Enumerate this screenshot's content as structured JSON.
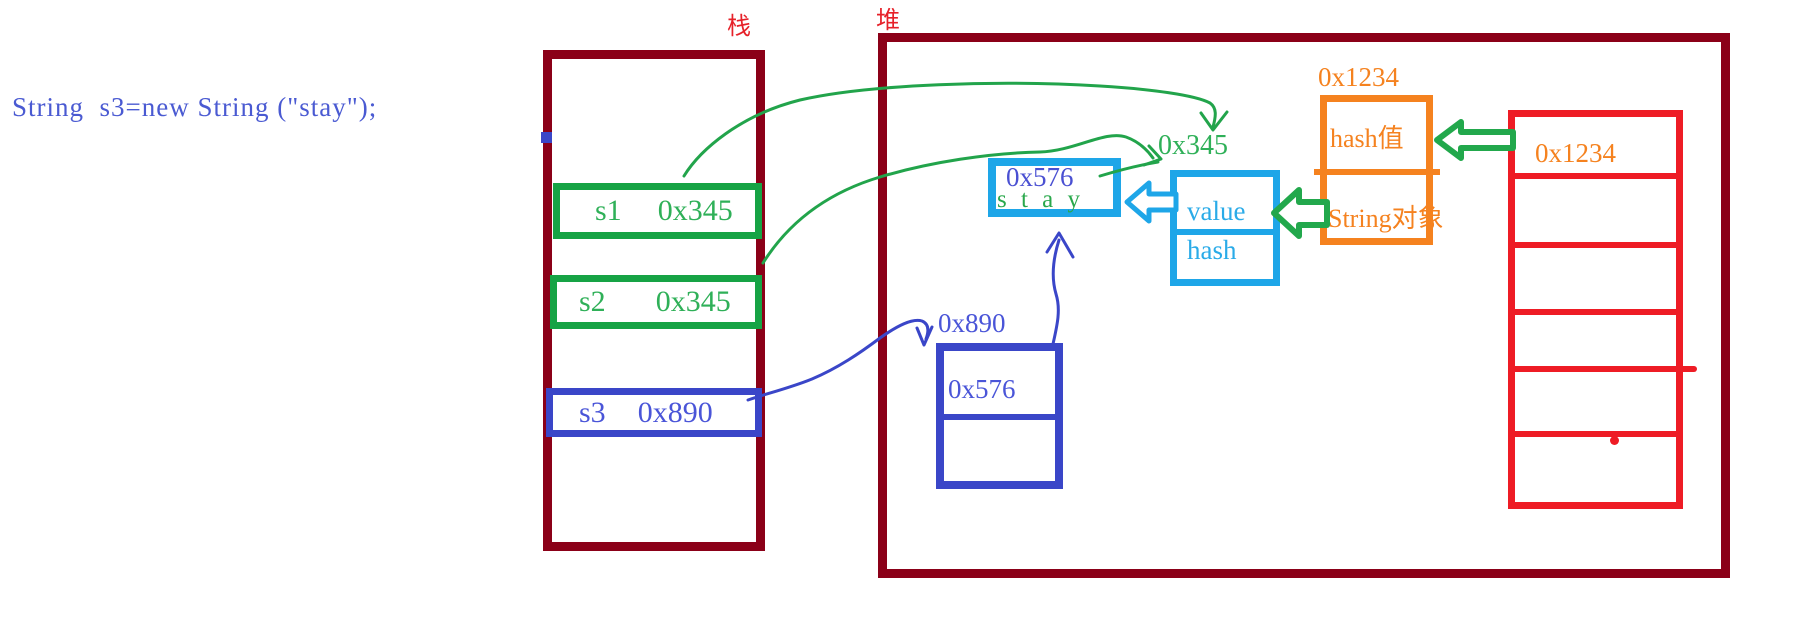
{
  "code_line": "String  s3=new String (\"stay\");",
  "labels": {
    "stack": "栈",
    "heap": "堆"
  },
  "stack": {
    "frames": [
      {
        "name": "s1",
        "value": "0x345"
      },
      {
        "name": "s2",
        "value": "0x345"
      },
      {
        "name": "s3",
        "value": "0x890"
      }
    ]
  },
  "heap": {
    "const_addr_label": "0x345",
    "stay_box": {
      "addr": "0x576",
      "value": "s t a y"
    },
    "new_obj_label": "0x890",
    "new_obj_box": {
      "row1": "0x576",
      "row2": ""
    },
    "string_obj_box": {
      "row1": "value",
      "row2": "hash"
    },
    "pool_obj_label": "0x1234",
    "pool_obj_box": {
      "row1": "hash值",
      "row2": "String对象"
    },
    "addr_table": {
      "rows": [
        "0x1234",
        "",
        "",
        "",
        "",
        ""
      ]
    }
  },
  "colors": {
    "container_border": "#8b0018",
    "zone_label_red": "#e62129",
    "green_border": "#16a345",
    "green_text": "#2fb058",
    "blue_border": "#3a46c8",
    "blue_text": "#4a55d8",
    "cyan_border": "#1ea6e8",
    "cyan_text": "#2aabe8",
    "violet_text": "#4a50d2",
    "orange": "#f5821f",
    "red": "#ee1c25",
    "code_blue": "#4a5ad2",
    "arrow_green": "#22a44b"
  }
}
